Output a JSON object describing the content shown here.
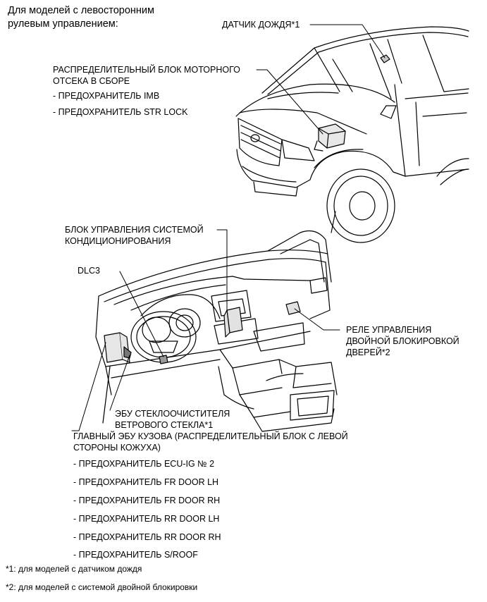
{
  "header": {
    "line1": "Для моделей с левосторонним",
    "line2": "рулевым управлением:"
  },
  "callouts": {
    "rain_sensor": "ДАТЧИК ДОЖДЯ*1",
    "engine_box": {
      "line1": "РАСПРЕДЕЛИТЕЛЬНЫЙ БЛОК МОТОРНОГО",
      "line2": "ОТСЕКА В СБОРЕ",
      "fuses": [
        "- ПРЕДОХРАНИТЕЛЬ IMB",
        "- ПРЕДОХРАНИТЕЛЬ STR LOCK"
      ]
    },
    "ac_unit": {
      "line1": "БЛОК УПРАВЛЕНИЯ СИСТЕМОЙ",
      "line2": "КОНДИЦИОНИРОВАНИЯ"
    },
    "dlc3": "DLC3",
    "relay": {
      "line1": "РЕЛЕ УПРАВЛЕНИЯ",
      "line2": "ДВОЙНОЙ БЛОКИРОВКОЙ",
      "line3": "ДВЕРЕЙ*2"
    },
    "wiper_ecu": {
      "line1": "ЭБУ СТЕКЛООЧИСТИТЕЛЯ",
      "line2": "ВЕТРОВОГО СТЕКЛА*1"
    },
    "body_ecu": {
      "line1": "ГЛАВНЫЙ ЭБУ КУЗОВА (РАСПРЕДЕЛИТЕЛЬНЫЙ БЛОК С ЛЕВОЙ",
      "line2": "СТОРОНЫ КОЖУХА)",
      "fuses": [
        "- ПРЕДОХРАНИТЕЛЬ ECU-IG № 2",
        "- ПРЕДОХРАНИТЕЛЬ FR DOOR LH",
        "- ПРЕДОХРАНИТЕЛЬ FR DOOR RH",
        "- ПРЕДОХРАНИТЕЛЬ RR DOOR LH",
        "- ПРЕДОХРАНИТЕЛЬ RR DOOR RH",
        "- ПРЕДОХРАНИТЕЛЬ S/ROOF"
      ]
    }
  },
  "footnotes": [
    "*1: для моделей с датчиком дождя",
    "*2: для моделей с системой двойной блокировки"
  ]
}
